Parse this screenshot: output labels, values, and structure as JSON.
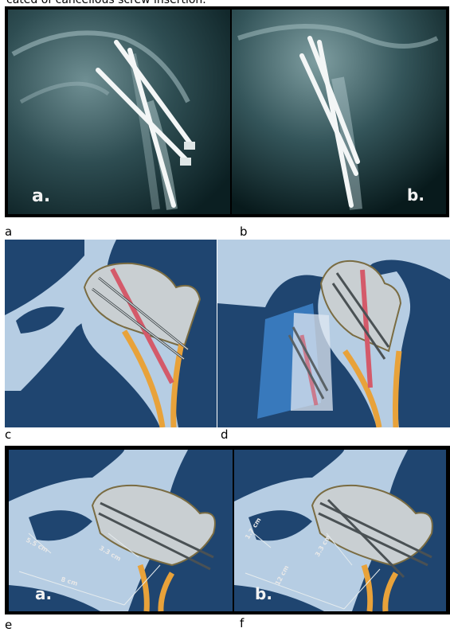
{
  "caption_top": "cated of cancellous screw insertion.",
  "row1": {
    "xray_a_label": "a.",
    "xray_b_label": "b.",
    "caption_left": "a",
    "caption_right": "b"
  },
  "row2": {
    "caption_left": "c",
    "caption_right": "d"
  },
  "row3": {
    "diag_e_label": "a.",
    "diag_f_label": "b.",
    "measure_e1": "5.5 cm",
    "measure_e2": "3.3 cm",
    "measure_e3": "8 cm",
    "measure_f1": "1.7 cm",
    "measure_f2": "3.3 cm",
    "measure_f3": "12 cm",
    "caption_left": "e",
    "caption_right": "f"
  },
  "colors": {
    "background_blue": "#1f4570",
    "bone": "#b6cde3",
    "femoral_head": "#c9cfd2",
    "cortex": "#e8a23a",
    "red_screw": "#d45a6a",
    "xray_dark": "#0c2226"
  }
}
